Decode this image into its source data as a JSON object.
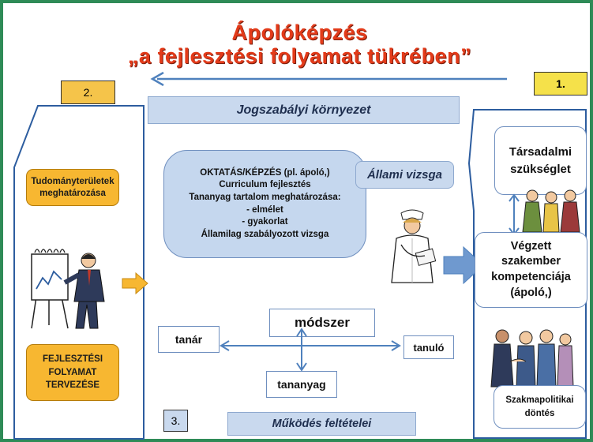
{
  "title": {
    "line1": "Ápolóképzés",
    "line2": "„a fejlesztési folyamat tükrében”"
  },
  "numbers": {
    "n1": "1.",
    "n2": "2.",
    "n3": "3."
  },
  "bars": {
    "jogszabalyi": "Jogszabályi környezet",
    "mukodes": "Működés feltételei"
  },
  "left": {
    "tudomany_line1": "Tudományterületek",
    "tudomany_line2": "meghatározása",
    "fejlesztesi_line1": "FEJLESZTÉSI",
    "fejlesztesi_line2": "FOLYAMAT",
    "fejlesztesi_line3": "TERVEZÉSE"
  },
  "center": {
    "bubble_lines": [
      "OKTATÁS/KÉPZÉS   (pl. ápoló,)",
      "Curriculum  fejlesztés",
      "Tananyag tartalom meghatározása:",
      "- elmélet",
      "- gyakorlat",
      "Államilag szabályozott  vizsga"
    ],
    "allami_vizsga": "Állami vizsga",
    "modszer": "módszer",
    "tanar": "tanár",
    "tanulo": "tanuló",
    "tananyag": "tananyag"
  },
  "right": {
    "tarsadalmi_line1": "Társadalmi",
    "tarsadalmi_line2": "szükséglet",
    "vegzett_lines": [
      "Végzett",
      "szakember",
      "kompetenciája",
      "(ápoló,)"
    ],
    "szakmapolitikai_line1": "Szakmapolitikai",
    "szakmapolitikai_line2": "döntés"
  },
  "colors": {
    "frame": "#2e8b57",
    "title": "#e33b1a",
    "number_box": "#f5e14a",
    "orange": "#f7b731",
    "blue_fill": "#c5d7ee",
    "arrow_blue": "#4f81bd"
  },
  "icons": [
    "presenter-clipart-icon",
    "nurse-clipart-icon",
    "people-group-icon",
    "handshake-group-icon"
  ]
}
